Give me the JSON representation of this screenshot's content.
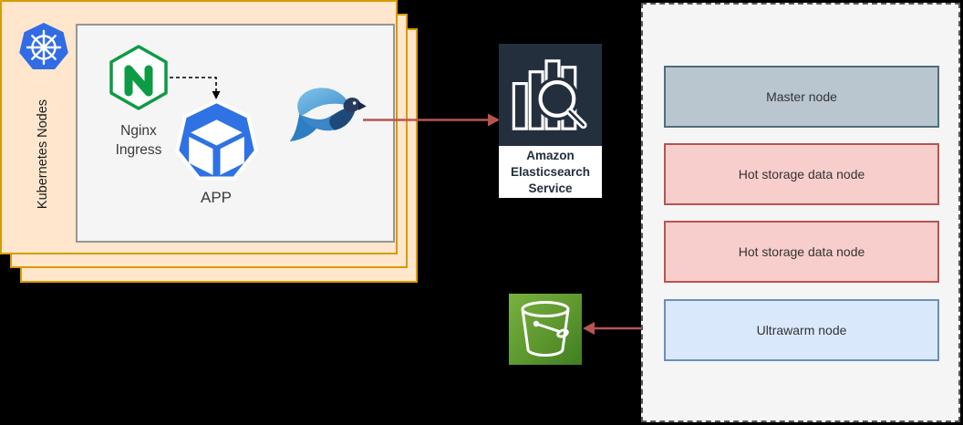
{
  "diagram": {
    "kubernetes_group": {
      "label": "Kubernetes Nodes",
      "stack_fill": "#ffe6cc",
      "stack_border": "#d79b00",
      "kubernetes_icon": "kubernetes-icon",
      "kubernetes_blue": "#326ce5"
    },
    "nginx": {
      "icon": "nginx-icon",
      "green": "#0d9b45",
      "label_line1": "Nginx",
      "label_line2": "Ingress"
    },
    "app": {
      "icon": "app-cube-icon",
      "blue": "#2f72e4",
      "label": "APP"
    },
    "fluentd": {
      "icon": "fluentd-bird-icon"
    },
    "elasticsearch": {
      "icon": "elasticsearch-service-icon",
      "icon_bg": "#242f3e",
      "label_line1": "Amazon",
      "label_line2": "Elasticsearch",
      "label_line3": "Service"
    },
    "s3": {
      "icon": "s3-bucket-icon",
      "green_light": "#78b13f",
      "green_dark": "#3f7d20"
    },
    "cluster_panel": {
      "nodes": [
        {
          "label": "Master node",
          "fill": "#b9c6d0",
          "border": "#4f6d7c"
        },
        {
          "label": "Hot storage data node",
          "fill": "#f8cecc",
          "border": "#b85450"
        },
        {
          "label": "Hot storage data node",
          "fill": "#f8cecc",
          "border": "#b85450"
        },
        {
          "label": "Ultrawarm node",
          "fill": "#dae8fc",
          "border": "#6c8ebf"
        }
      ]
    },
    "connectors": {
      "arrow_color": "#b85450",
      "dashed_color": "#000000",
      "fluentd_to_elasticsearch": "solid-red-arrow-right",
      "ultrawarm_to_s3": "solid-red-arrow-left",
      "nginx_to_app": "dashed-black-arrow"
    }
  }
}
